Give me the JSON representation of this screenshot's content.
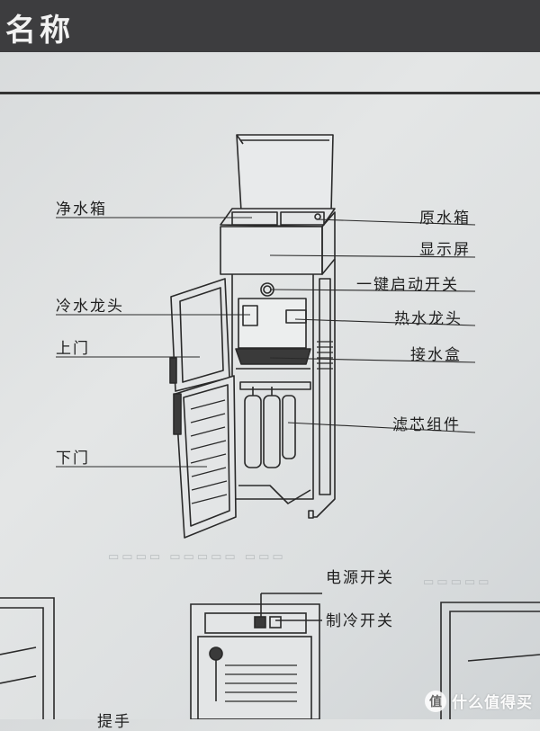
{
  "header": {
    "title": "名称"
  },
  "parts_left": {
    "clean_tank": "净水箱",
    "cold_tap": "冷水龙头",
    "upper_door": "上门",
    "lower_door": "下门"
  },
  "parts_right": {
    "raw_tank": "原水箱",
    "display": "显示屏",
    "one_key_switch": "一键启动开关",
    "hot_tap": "热水龙头",
    "drip_tray": "接水盒",
    "filter_assembly": "滤芯组件"
  },
  "rear_view": {
    "power_switch": "电源开关",
    "cooling_switch": "制冷开关",
    "handle_partial": "提手"
  },
  "watermark": {
    "icon": "值",
    "text": "什么值得买"
  },
  "colors": {
    "header_bg": "#3d3d3f",
    "line": "#2a2a2a",
    "paper": "#dfe2e3"
  }
}
